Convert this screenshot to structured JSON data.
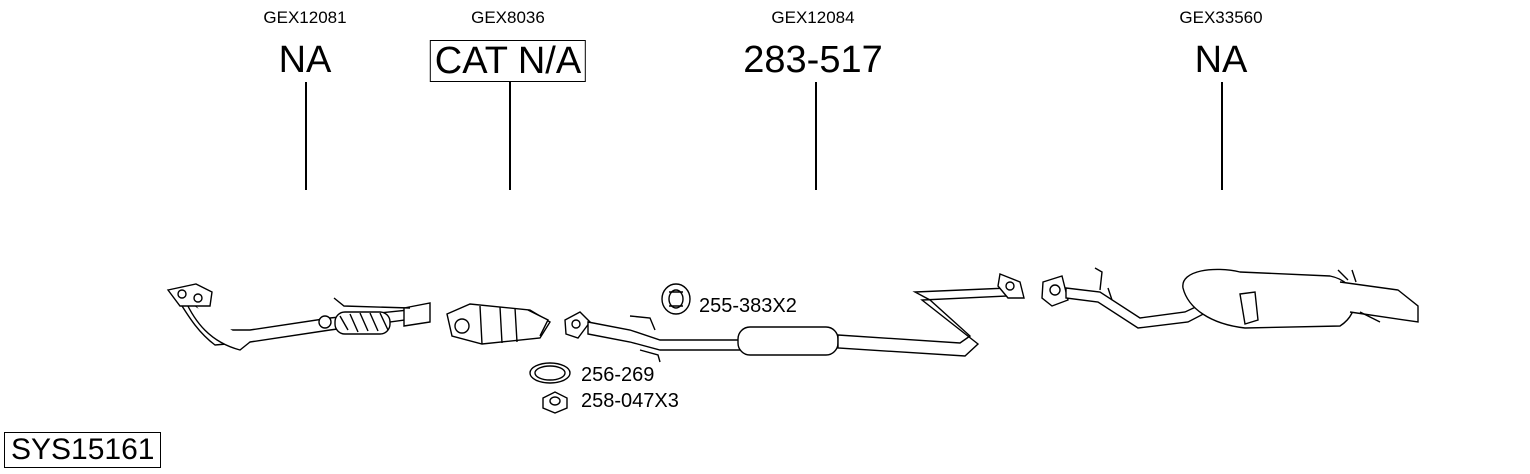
{
  "columns": [
    {
      "code": "GEX12081",
      "part": "NA",
      "boxed": false
    },
    {
      "code": "GEX8036",
      "part": "CAT N/A",
      "boxed": true
    },
    {
      "code": "GEX12084",
      "part": "283-517",
      "boxed": false
    },
    {
      "code": "GEX33560",
      "part": "NA",
      "boxed": false
    }
  ],
  "accessories": [
    {
      "label": "255-383X2",
      "icon": "rubber-hanger-icon"
    },
    {
      "label": "256-269",
      "icon": "gasket-ring-icon"
    },
    {
      "label": "258-047X3",
      "icon": "hex-nut-icon"
    }
  ],
  "system_code": "SYS15161"
}
